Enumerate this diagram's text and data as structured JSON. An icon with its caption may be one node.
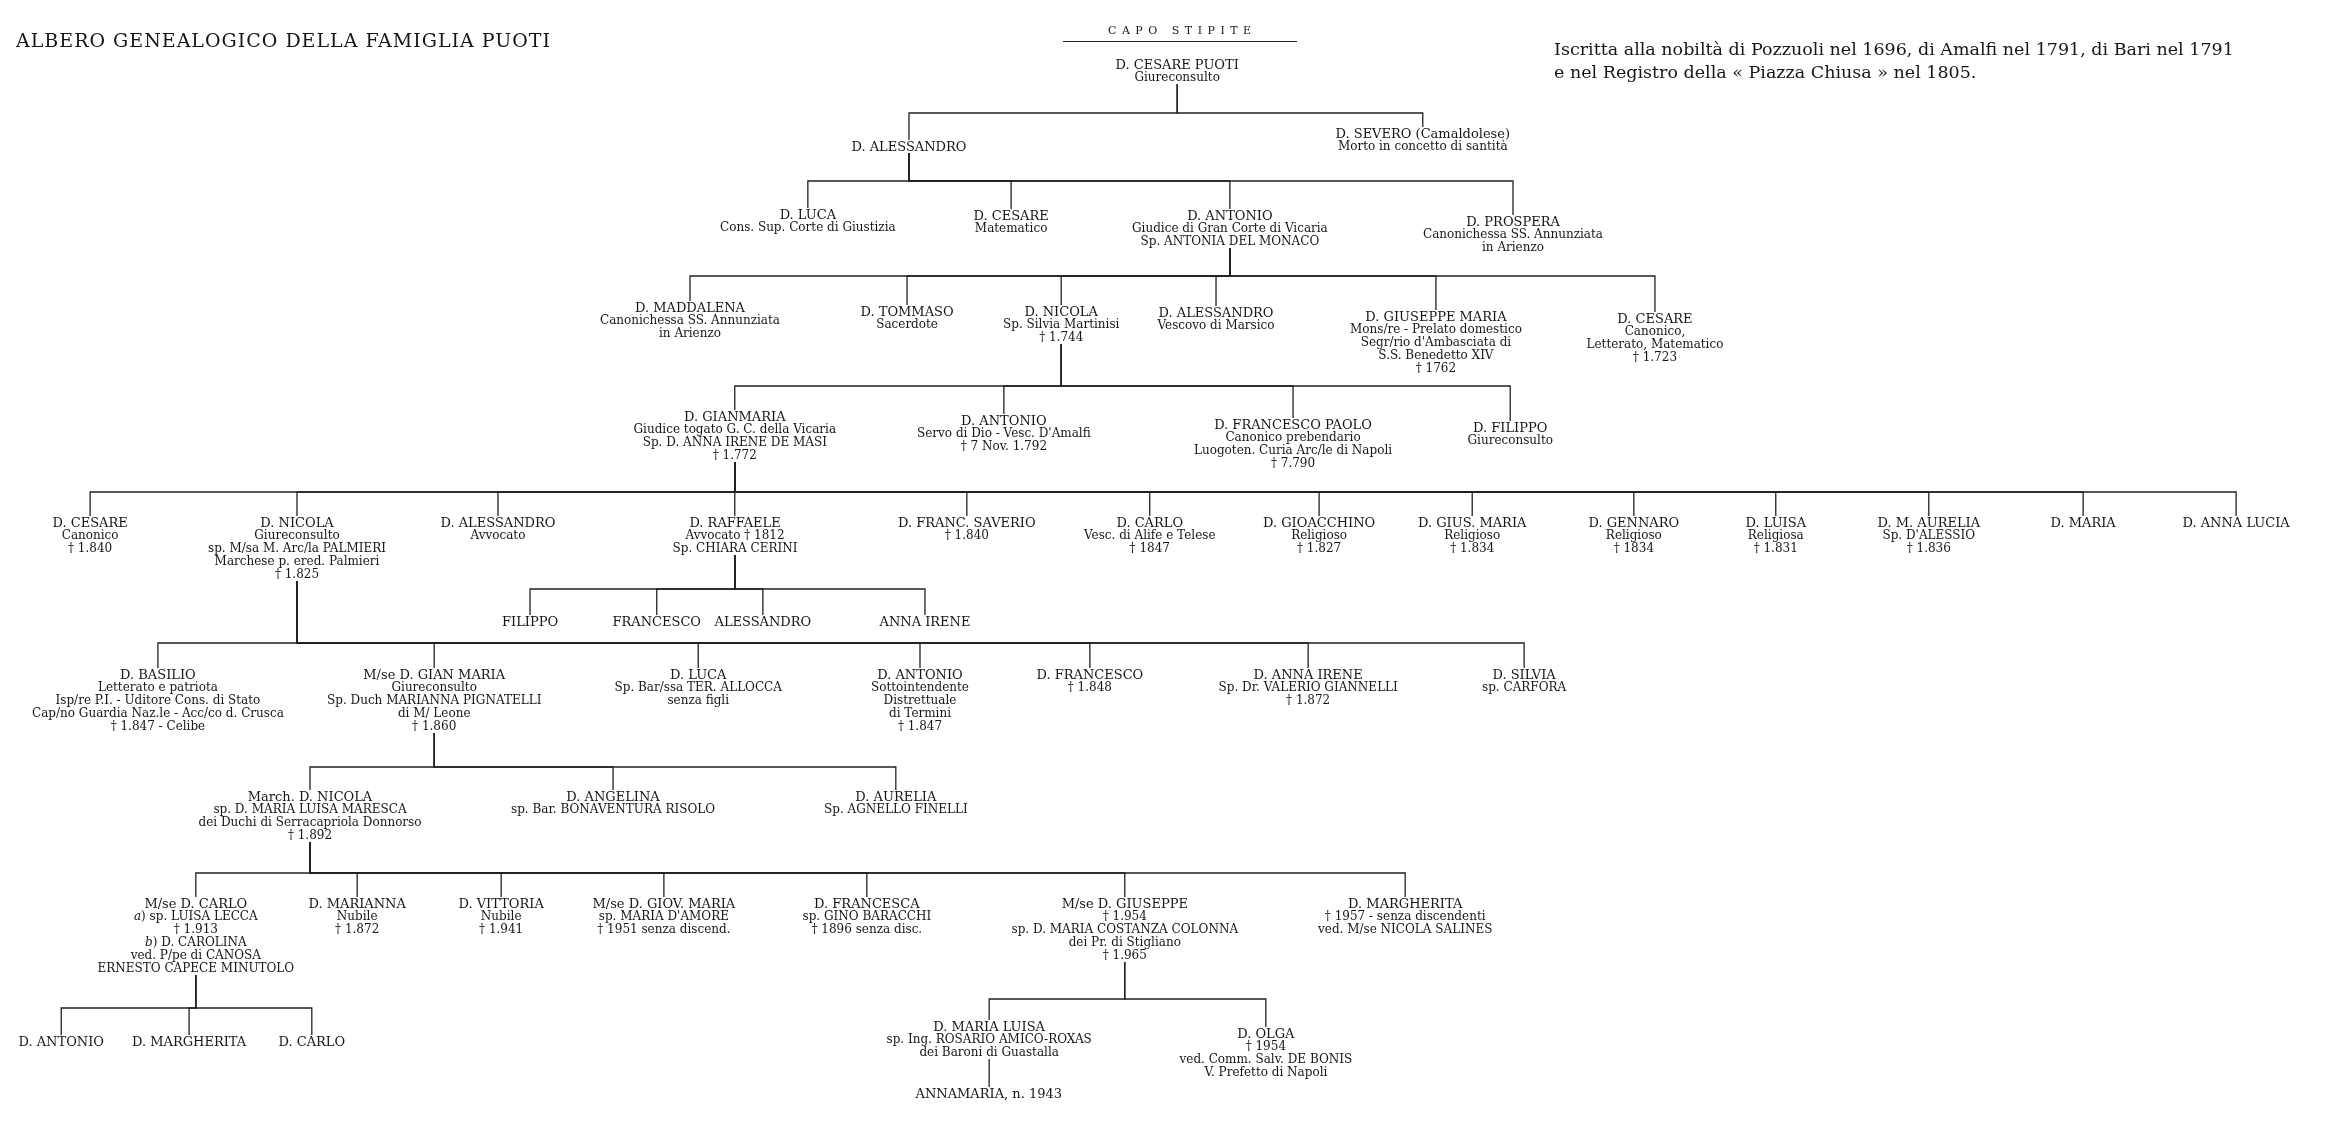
{
  "diagram": {
    "title": "ALBERO GENEALOGICO DELLA FAMIGLIA PUOTI",
    "nodes": [
      {
        "text": [
          "D. CESARE PUOTI",
          "Giureconsulto"
        ]
      },
      {
        "text": [
          "D. ALESSANDRO"
        ]
      },
      {
        "text": [
          "D. SEVERO (Camaldolese)",
          "Morto in concetto di santità"
        ]
      },
      {
        "text": [
          "D. LUCA",
          "Cons. Sup. Corte di Giustizia"
        ]
      },
      {
        "text": [
          "D. CESARE",
          "Matematico"
        ]
      },
      {
        "text": [
          "D. ANTONIO",
          "Giudice di Gran Corte di Vicaria",
          "Sp. ANTONIA DEL MONACO"
        ]
      },
      {
        "text": [
          "D. PROSPERA",
          "Canonichessa SS. Annunziata in Arienzo"
        ]
      },
      {
        "text": [
          "D. MADDALENA",
          "Canonichessa SS. Annunziata in Arienzo"
        ]
      },
      {
        "text": [
          "D. TOMMASO",
          "Sacerdote"
        ]
      },
      {
        "text": [
          "D. NICOLA",
          "Sp. Silvia Martinisi",
          "† 1.744"
        ]
      },
      {
        "text": [
          "D. ALESSANDRO",
          "Vescovo di Marsico"
        ]
      },
      {
        "text": [
          "D. GIUSEPPE MARIA",
          "Mons/re - Prelato domestico",
          "Segr/rio d'Ambasciata di S.S. Benedetto XIV",
          "† 1762"
        ]
      },
      {
        "text": [
          "D. CESARE",
          "Canonico, Letterato, Matematico",
          "† 1.723"
        ]
      },
      {
        "text": [
          "D. GIANMARIA",
          "Giudice togato G. C. della Vicaria",
          "Sp. D. ANNA IRENE DE MASI",
          "† 1.772"
        ]
      },
      {
        "text": [
          "D. ANTONIO",
          "Servo di Dio - Vesc. D'Amalfi",
          "† 7 Nov. 1.792"
        ]
      },
      {
        "text": [
          "D. FRANCESCO PAOLO",
          "Canonico prebendario",
          "Luogoten. Curia Arc/le di Napoli",
          "† 7.790"
        ]
      },
      {
        "text": [
          "D. FILIPPO",
          "Giureconsulto"
        ]
      },
      {
        "text": [
          "D. CESARE",
          "Canonico",
          "† 1.840"
        ]
      },
      {
        "text": [
          "D. NICOLA",
          "Giureconsulto",
          "sp. M/sa M. Arc/la PALMIERI",
          "Marchese p. ered. Palmieri",
          "† 1.825"
        ]
      },
      {
        "text": [
          "D. ALESSANDRO",
          "Avvocato"
        ]
      },
      {
        "text": [
          "D. RAFFAELE",
          "Avvocato † 1812",
          "Sp. CHIARA CERINI"
        ]
      },
      {
        "text": [
          "D. FRANC. SAVERIO",
          "† 1.840"
        ]
      },
      {
        "text": [
          "D. CARLO",
          "Vesc. di Alife e Telese",
          "† 1847"
        ]
      },
      {
        "text": [
          "D. GIOACCHINO",
          "Religioso",
          "† 1.827"
        ]
      },
      {
        "text": [
          "D. GIUS. MARIA",
          "Religioso",
          "† 1.834"
        ]
      },
      {
        "text": [
          "D. GENNARO",
          "Religioso",
          "† 1834"
        ]
      },
      {
        "text": [
          "D. LUISA",
          "Religiosa",
          "† 1.831"
        ]
      },
      {
        "text": [
          "D. M. AURELIA",
          "Sp. D'ALESSIO",
          "† 1.836"
        ]
      },
      {
        "text": [
          "D. MARIA"
        ]
      },
      {
        "text": [
          "D. ANNA LUCIA"
        ]
      },
      {
        "text": [
          "FILIPPO"
        ]
      },
      {
        "text": [
          "FRANCESCO"
        ]
      },
      {
        "text": [
          "ALESSANDRO"
        ]
      },
      {
        "text": [
          "ANNA IRENE"
        ]
      },
      {
        "text": [
          "D. BASILIO",
          "Letterato e patriota",
          "Isp/re P.I. - Uditore Cons. di Stato",
          "Cap/no Guardia Naz.le - Acc/co d. Crusca",
          "† 1.847 - Celibe"
        ]
      },
      {
        "text": [
          "M/se D. GIAN MARIA",
          "Giureconsulto",
          "Sp. Duch MARIANNA PIGNATELLI di M/ Leone",
          "† 1.860"
        ]
      },
      {
        "text": [
          "D. LUCA",
          "Sp. Bar/ssa TER. ALLOCCA",
          "senza figli"
        ]
      },
      {
        "text": [
          "D. ANTONIO",
          "Sottointendente Distrettuale di Termini",
          "† 1.847"
        ]
      },
      {
        "text": [
          "D. FRANCESCO",
          "† 1.848"
        ]
      },
      {
        "text": [
          "D. ANNA IRENE",
          "Sp. Dr. VALERIO GIANNELLI",
          "† 1.872"
        ]
      },
      {
        "text": [
          "D. SILVIA",
          "sp. CARFORA"
        ]
      },
      {
        "text": [
          "March. D. NICOLA",
          "sp. D. MARIA LUISA MARESCA dei Duchi di Serracapriola Donnorso",
          "† 1.892"
        ]
      },
      {
        "text": [
          "D. ANGELINA",
          "sp. Bar. BONAVENTURA RISOLO"
        ]
      },
      {
        "text": [
          "D. AURELIA",
          "Sp. AGNELLO FINELLI"
        ]
      },
      {
        "text": [
          "M/se D. CARLO",
          "*a*) sp. LUISA LECCA",
          "† 1.913",
          "*b*) D. CAROLINA",
          "ved. P/pe di CANOSA ERNESTO CAPECE MINUTOLO"
        ]
      },
      {
        "text": [
          "D. MARIANNA",
          "Nubile",
          "† 1.872"
        ]
      },
      {
        "text": [
          "D. VITTORIA",
          "Nubile",
          "† 1.941"
        ]
      },
      {
        "text": [
          "M/se D. GIOV. MARIA",
          "sp. MARIA D'AMORE",
          "† 1951 senza discend."
        ]
      },
      {
        "text": [
          "D. FRANCESCA",
          "sp. GINO BARACCHI",
          "† 1896 senza disc."
        ]
      },
      {
        "text": [
          "M/se D. GIUSEPPE",
          "† 1.954",
          "sp. D. MARIA COSTANZA COLONNA dei Pr. di Stigliano",
          "† 1.965"
        ]
      },
      {
        "text": [
          "D. MARGHERITA",
          "† 1957 - senza discendenti",
          "ved. M/se NICOLA SALINES"
        ]
      },
      {
        "text": [
          "D. ANTONIO"
        ]
      },
      {
        "text": [
          "D. MARGHERITA"
        ]
      },
      {
        "text": [
          "D. CARLO"
        ]
      },
      {
        "text": [
          "D. MARIA LUISA",
          "sp. Ing. ROSARIO AMICO-ROXAS dei Baroni di Guastalla"
        ]
      },
      {
        "text": [
          "D. OLGA",
          "† 1954",
          "ved. Comm. Salv. DE BONIS V. Prefetto di Napoli"
        ]
      },
      {
        "text": [
          "ANNAMARIA, n. 1943"
        ]
      }
    ],
    "edges": [
      {
        "from": 0,
        "to": 1,
        "arrow": "none"
      },
      {
        "from": 0,
        "to": 2,
        "arrow": "none"
      },
      {
        "from": 1,
        "to": 3,
        "arrow": "none"
      },
      {
        "from": 1,
        "to": 4,
        "arrow": "none"
      },
      {
        "from": 1,
        "to": 5,
        "arrow": "none"
      },
      {
        "from": 1,
        "to": 6,
        "arrow": "none"
      },
      {
        "from": 5,
        "to": 7,
        "arrow": "none"
      },
      {
        "from": 5,
        "to": 8,
        "arrow": "none"
      },
      {
        "from": 5,
        "to": 9,
        "arrow": "none"
      },
      {
        "from": 5,
        "to": 10,
        "arrow": "none"
      },
      {
        "from": 5,
        "to": 11,
        "arrow": "none"
      },
      {
        "from": 5,
        "to": 12,
        "arrow": "none"
      },
      {
        "from": 9,
        "to": 13,
        "arrow": "none"
      },
      {
        "from": 9,
        "to": 14,
        "arrow": "none"
      },
      {
        "from": 9,
        "to": 15,
        "arrow": "none"
      },
      {
        "from": 9,
        "to": 16,
        "arrow": "none"
      },
      {
        "from": 13,
        "to": 17,
        "arrow": "none"
      },
      {
        "from": 13,
        "to": 18,
        "arrow": "none"
      },
      {
        "from": 13,
        "to": 19,
        "arrow": "none"
      },
      {
        "from": 13,
        "to": 20,
        "arrow": "none"
      },
      {
        "from": 13,
        "to": 21,
        "arrow": "none"
      },
      {
        "from": 13,
        "to": 22,
        "arrow": "none"
      },
      {
        "from": 13,
        "to": 23,
        "arrow": "none"
      },
      {
        "from": 13,
        "to": 24,
        "arrow": "none"
      },
      {
        "from": 13,
        "to": 25,
        "arrow": "none"
      },
      {
        "from": 13,
        "to": 26,
        "arrow": "none"
      },
      {
        "from": 13,
        "to": 27,
        "arrow": "none"
      },
      {
        "from": 13,
        "to": 28,
        "arrow": "none"
      },
      {
        "from": 13,
        "to": 29,
        "arrow": "none"
      },
      {
        "from": 20,
        "to": 30,
        "arrow": "none"
      },
      {
        "from": 20,
        "to": 31,
        "arrow": "none"
      },
      {
        "from": 20,
        "to": 32,
        "arrow": "none"
      },
      {
        "from": 20,
        "to": 33,
        "arrow": "none"
      },
      {
        "from": 18,
        "to": 34,
        "arrow": "none"
      },
      {
        "from": 18,
        "to": 35,
        "arrow": "none"
      },
      {
        "from": 18,
        "to": 36,
        "arrow": "none"
      },
      {
        "from": 18,
        "to": 37,
        "arrow": "none"
      },
      {
        "from": 18,
        "to": 38,
        "arrow": "none"
      },
      {
        "from": 18,
        "to": 39,
        "arrow": "none"
      },
      {
        "from": 18,
        "to": 40,
        "arrow": "none"
      },
      {
        "from": 35,
        "to": 41,
        "arrow": "none"
      },
      {
        "from": 35,
        "to": 42,
        "arrow": "none"
      },
      {
        "from": 35,
        "to": 43,
        "arrow": "none"
      },
      {
        "from": 41,
        "to": 44,
        "arrow": "none"
      },
      {
        "from": 41,
        "to": 45,
        "arrow": "none"
      },
      {
        "from": 41,
        "to": 46,
        "arrow": "none"
      },
      {
        "from": 41,
        "to": 47,
        "arrow": "none"
      },
      {
        "from": 41,
        "to": 48,
        "arrow": "none"
      },
      {
        "from": 41,
        "to": 49,
        "arrow": "none"
      },
      {
        "from": 41,
        "to": 50,
        "arrow": "none"
      },
      {
        "from": 44,
        "to": 51,
        "arrow": "none"
      },
      {
        "from": 44,
        "to": 52,
        "arrow": "none"
      },
      {
        "from": 44,
        "to": 53,
        "arrow": "none"
      },
      {
        "from": 49,
        "to": 54,
        "arrow": "none"
      },
      {
        "from": 49,
        "to": 55,
        "arrow": "none"
      },
      {
        "from": 54,
        "to": 56,
        "arrow": "none"
      }
    ],
    "labels": [
      "CAPO STIPITE",
      "Iscritta alla nobiltà di Pozzuoli nel 1696, di Amalfi nel 1791, di Bari nel 1791 e nel Registro della « Piazza Chiusa » nel 1805."
    ]
  }
}
